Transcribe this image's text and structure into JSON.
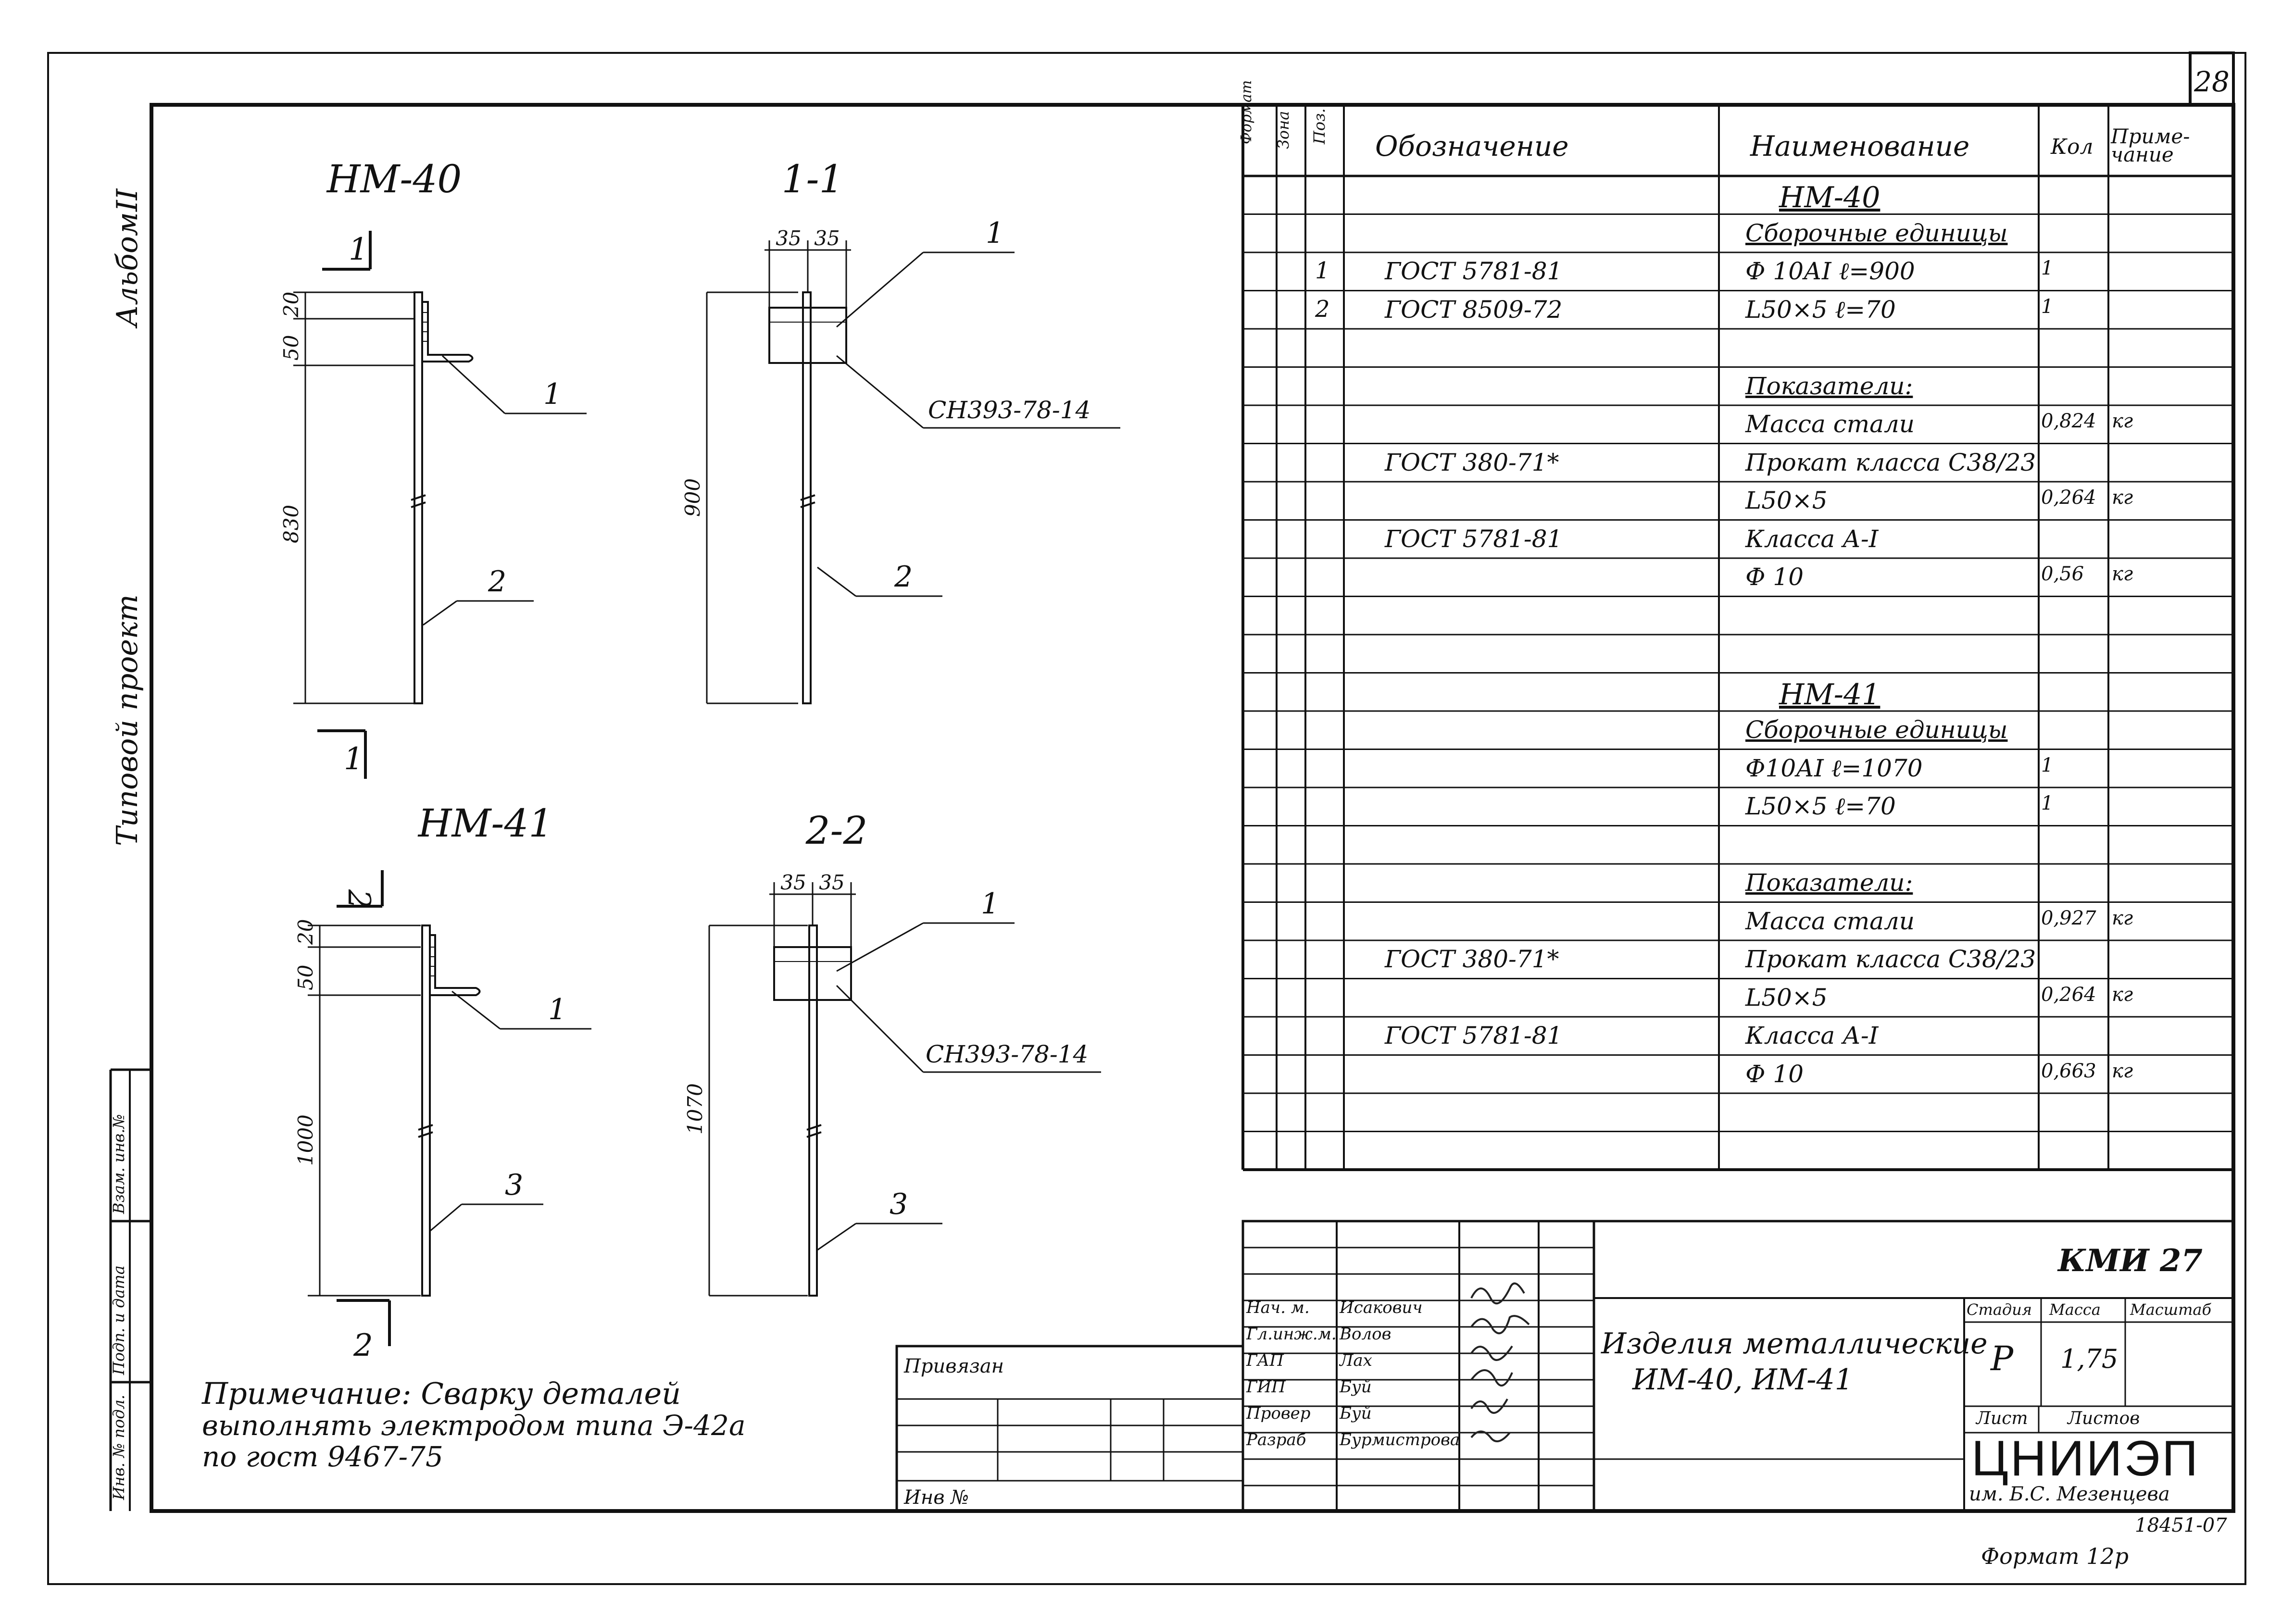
{
  "sheet": {
    "number": "28",
    "format": "Формат 12р",
    "archive_no": "18451-07"
  },
  "side_margin": {
    "album_label": "Альбом",
    "album_no": "II",
    "project_label": "Типовой проект",
    "cells": [
      "Инв. № подл.",
      "Подп. и дата",
      "Взам. инв.№"
    ]
  },
  "drawings": {
    "nm40": {
      "title": "НМ-40",
      "section_mark": "1",
      "dims": {
        "d20": "20",
        "d50": "50",
        "d830": "830"
      },
      "callouts": [
        "1",
        "2"
      ]
    },
    "sec11": {
      "title": "1-1",
      "dims": {
        "d35a": "35",
        "d35b": "35",
        "d900": "900"
      },
      "weld": "СН393-78-14",
      "callouts": [
        "1",
        "2"
      ]
    },
    "nm41": {
      "title": "НМ-41",
      "section_mark": "2",
      "dims": {
        "d20": "20",
        "d50": "50",
        "d1000": "1000"
      },
      "callouts": [
        "1",
        "3"
      ]
    },
    "sec22": {
      "title": "2-2",
      "dims": {
        "d35a": "35",
        "d35b": "35",
        "d1070": "1070"
      },
      "weld": "СН393-78-14",
      "callouts": [
        "1",
        "3"
      ]
    }
  },
  "note": {
    "line1": "Примечание: Сварку деталей",
    "line2": "выполнять электродом типа Э-42а",
    "line3": "по гост 9467-75"
  },
  "spec_table": {
    "headers": {
      "format": "Формат",
      "zone": "Зона",
      "pos": "Поз.",
      "designation": "Обозначение",
      "name": "Наименование",
      "qty": "Кол",
      "note": "Приме-чание"
    },
    "rows": [
      {
        "pos": "",
        "designation": "",
        "name": "НМ-40",
        "qty": "",
        "note": "",
        "style": "title"
      },
      {
        "pos": "",
        "designation": "",
        "name": "Сборочные единицы",
        "qty": "",
        "note": "",
        "style": "underline"
      },
      {
        "pos": "1",
        "designation": "ГОСТ 5781-81",
        "name": "Ф 10АI ℓ=900",
        "qty": "1",
        "note": ""
      },
      {
        "pos": "2",
        "designation": "ГОСТ 8509-72",
        "name": "L50×5 ℓ=70",
        "qty": "1",
        "note": ""
      },
      {
        "pos": "",
        "designation": "",
        "name": "",
        "qty": "",
        "note": ""
      },
      {
        "pos": "",
        "designation": "",
        "name": "Показатели:",
        "qty": "",
        "note": "",
        "style": "underline"
      },
      {
        "pos": "",
        "designation": "",
        "name": "Масса стали",
        "qty": "0,824",
        "note": "кг"
      },
      {
        "pos": "",
        "designation": "ГОСТ 380-71*",
        "name": "Прокат класса С38/23",
        "qty": "",
        "note": ""
      },
      {
        "pos": "",
        "designation": "",
        "name": "L50×5",
        "qty": "0,264",
        "note": "кг"
      },
      {
        "pos": "",
        "designation": "ГОСТ 5781-81",
        "name": "Класса А-I",
        "qty": "",
        "note": ""
      },
      {
        "pos": "",
        "designation": "",
        "name": "Ф 10",
        "qty": "0,56",
        "note": "кг"
      },
      {
        "pos": "",
        "designation": "",
        "name": "",
        "qty": "",
        "note": ""
      },
      {
        "pos": "",
        "designation": "",
        "name": "",
        "qty": "",
        "note": ""
      },
      {
        "pos": "",
        "designation": "",
        "name": "НМ-41",
        "qty": "",
        "note": "",
        "style": "title"
      },
      {
        "pos": "",
        "designation": "",
        "name": "Сборочные единицы",
        "qty": "",
        "note": "",
        "style": "underline"
      },
      {
        "pos": "",
        "designation": "",
        "name": "Ф10АI ℓ=1070",
        "qty": "1",
        "note": ""
      },
      {
        "pos": "",
        "designation": "",
        "name": "L50×5 ℓ=70",
        "qty": "1",
        "note": ""
      },
      {
        "pos": "",
        "designation": "",
        "name": "",
        "qty": "",
        "note": ""
      },
      {
        "pos": "",
        "designation": "",
        "name": "Показатели:",
        "qty": "",
        "note": "",
        "style": "underline"
      },
      {
        "pos": "",
        "designation": "",
        "name": "Масса стали",
        "qty": "0,927",
        "note": "кг"
      },
      {
        "pos": "",
        "designation": "ГОСТ 380-71*",
        "name": "Прокат класса С38/23",
        "qty": "",
        "note": ""
      },
      {
        "pos": "",
        "designation": "",
        "name": "L50×5",
        "qty": "0,264",
        "note": "кг"
      },
      {
        "pos": "",
        "designation": "ГОСТ 5781-81",
        "name": "Класса А-I",
        "qty": "",
        "note": ""
      },
      {
        "pos": "",
        "designation": "",
        "name": "Ф 10",
        "qty": "0,663",
        "note": "кг"
      },
      {
        "pos": "",
        "designation": "",
        "name": "",
        "qty": "",
        "note": ""
      },
      {
        "pos": "",
        "designation": "",
        "name": "",
        "qty": "",
        "note": ""
      }
    ]
  },
  "title_block": {
    "privyazan": "Привязан",
    "inv_no": "Инв №",
    "people": [
      {
        "role": "Нач. м.",
        "name": "Исакович"
      },
      {
        "role": "Гл.инж.м.",
        "name": "Волов"
      },
      {
        "role": "ГАП",
        "name": "Лах"
      },
      {
        "role": "ГИП",
        "name": "Буй"
      },
      {
        "role": "Провер",
        "name": "Буй"
      },
      {
        "role": "Разраб",
        "name": "Бурмистрова"
      }
    ],
    "doc_code": "КМИ 27",
    "title_line1": "Изделия металлические",
    "title_line2": "ИМ-40, ИМ-41",
    "stage_label": "Стадия",
    "mass_label": "Масса",
    "scale_label": "Масштаб",
    "stage": "Р",
    "mass": "1,75",
    "sheet_label": "Лист",
    "sheets_label": "Листов",
    "org": "ЦНИИЭП",
    "org_sub": "им. Б.С. Мезенцева"
  }
}
